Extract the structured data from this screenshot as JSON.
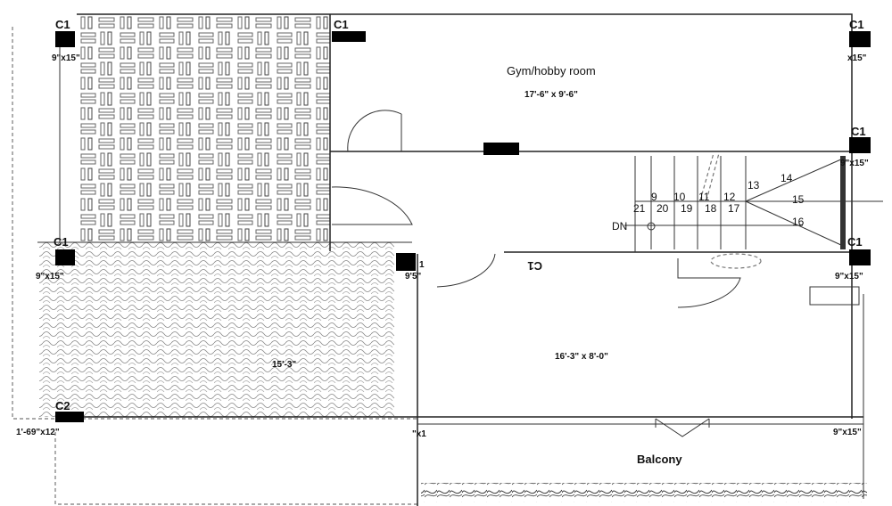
{
  "rooms": {
    "gym": {
      "name": "Gym/hobby room",
      "size": "17'-6\" x 9'-6\""
    },
    "living": {
      "size": "16'-3\" x 8'-0\""
    },
    "terrace": {
      "size": "15'-3\""
    },
    "balcony": {
      "name": "Balcony"
    }
  },
  "columns": {
    "c1": "C1",
    "c2": "C2",
    "size_9x15": "9\"x15\"",
    "size_x15": "x15\"",
    "size_1_69x12": "1'-69\"x12\"",
    "size_x1": "\"x1",
    "size_9_5": "9'5\"",
    "mark_1": "1"
  },
  "stairs": {
    "dn": "DN",
    "upper": [
      "9",
      "10",
      "11",
      "12"
    ],
    "lower": [
      "21",
      "20",
      "19",
      "18",
      "17"
    ],
    "landing": [
      "13",
      "14",
      "15",
      "16"
    ]
  }
}
